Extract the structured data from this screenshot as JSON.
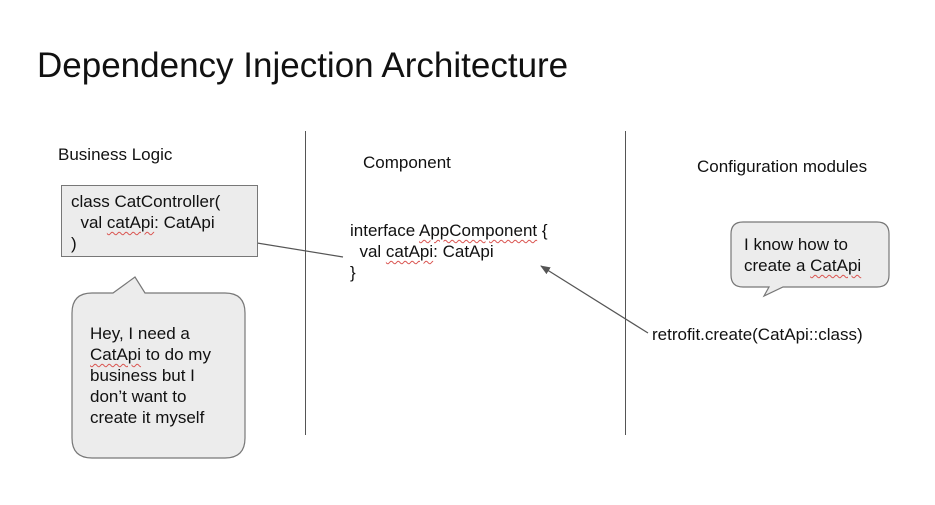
{
  "slide": {
    "title": "Dependency Injection Architecture",
    "columns": {
      "business": {
        "heading": "Business Logic"
      },
      "component": {
        "heading": "Component"
      },
      "config": {
        "heading": "Configuration modules"
      }
    },
    "business_code": {
      "line1": "class CatController(",
      "line2_prefix": "  val ",
      "line2_word": "catApi",
      "line2_suffix": ": CatApi",
      "line3": ")"
    },
    "component_code": {
      "line1_prefix": "interface ",
      "line1_word": "AppComponent",
      "line1_suffix": " {",
      "line2_prefix": "  val ",
      "line2_word": "catApi",
      "line2_suffix": ": CatApi",
      "line3": "}"
    },
    "config_code": {
      "line1": "retrofit.create(CatApi::class)"
    },
    "business_bubble": {
      "line1": "Hey, I need a",
      "line2_word": "CatApi",
      "line2_suffix": " to do my",
      "line3": "business but I",
      "line4": "don’t want to",
      "line5": "create it myself"
    },
    "config_bubble": {
      "line1": "I know how to",
      "line2_prefix": "create a ",
      "line2_word": "CatApi"
    }
  }
}
